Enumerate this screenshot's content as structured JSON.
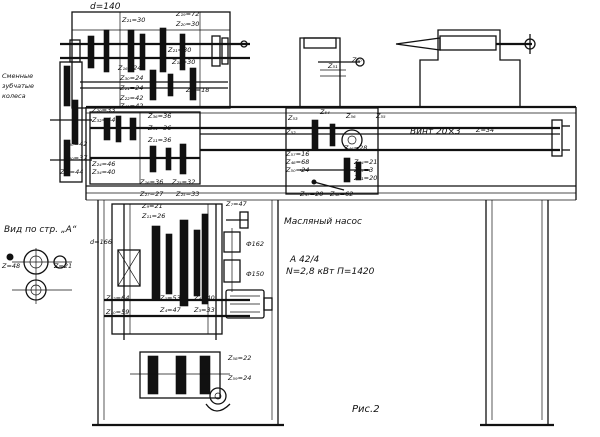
{
  "figure": {
    "caption": "Рис.2",
    "view_title": "Вид по стр. „А“",
    "oil_pump_label": "Масляный насос",
    "replaceable_gears_label": [
      "Сменные",
      "зубчатые",
      "колеса"
    ],
    "lead_screw_label": "Винт 20×3",
    "motor_label": [
      "А 42/4",
      "N=2,8 кВт  П=1420"
    ],
    "spindle_diameter": "d=140",
    "shaft_diameter": "d=166",
    "pulley_1": "Ф162",
    "pulley_2": "Ф150"
  },
  "gear_labels": {
    "top": [
      "Z₂₁=30",
      "Z₁₈=30",
      "Z₁₉=72",
      "Z₂₀=30",
      "Z₂₁=30",
      "Z₁₈=18",
      "Z₁₆=24"
    ],
    "left_quadrant": [
      "Z₃₀=24",
      "Z₂₁=24",
      "Z₂₂=42",
      "Z₄₁=42",
      "Z₂₀=33",
      "Z₃₂=44",
      "Z₂₀=37",
      "Z₃₀=42",
      "Z₃₄=40",
      "Z₃₀=44"
    ],
    "feed_box": [
      "Z₃₆=36",
      "Z₃₁=36",
      "Z₁₁=36",
      "Z₂₄=46"
    ],
    "headstock": [
      "Z₁₆=36",
      "Z₂₅=32",
      "Z₂₇=27",
      "Z₂₅=33",
      "Z₉=21",
      "Z₁₁=26",
      "Z₇=47",
      "Z₁₂=64",
      "Z₁₀=59",
      "Z₁=53",
      "Z₄=47",
      "Z₄=40",
      "Z₃=33"
    ],
    "apron": [
      "Z₅₀",
      "Z₅₁",
      "Z₅₂",
      "Z₅₃",
      "Z₅₄",
      "Z₅₅",
      "Z₅₆",
      "Z=34",
      "Z₅₇=16",
      "Z₄₈=68",
      "Z₅₀=24",
      "Z₄₄=21",
      "Z₄₅=3",
      "Z₄₁=20",
      "Z₄₇=20",
      "Z₄₈=62",
      "Z₄₆=28"
    ],
    "view_a": [
      "Z=48",
      "Z=21"
    ],
    "bottom": [
      "Z₅₈=22",
      "Z₅₉=24"
    ]
  }
}
